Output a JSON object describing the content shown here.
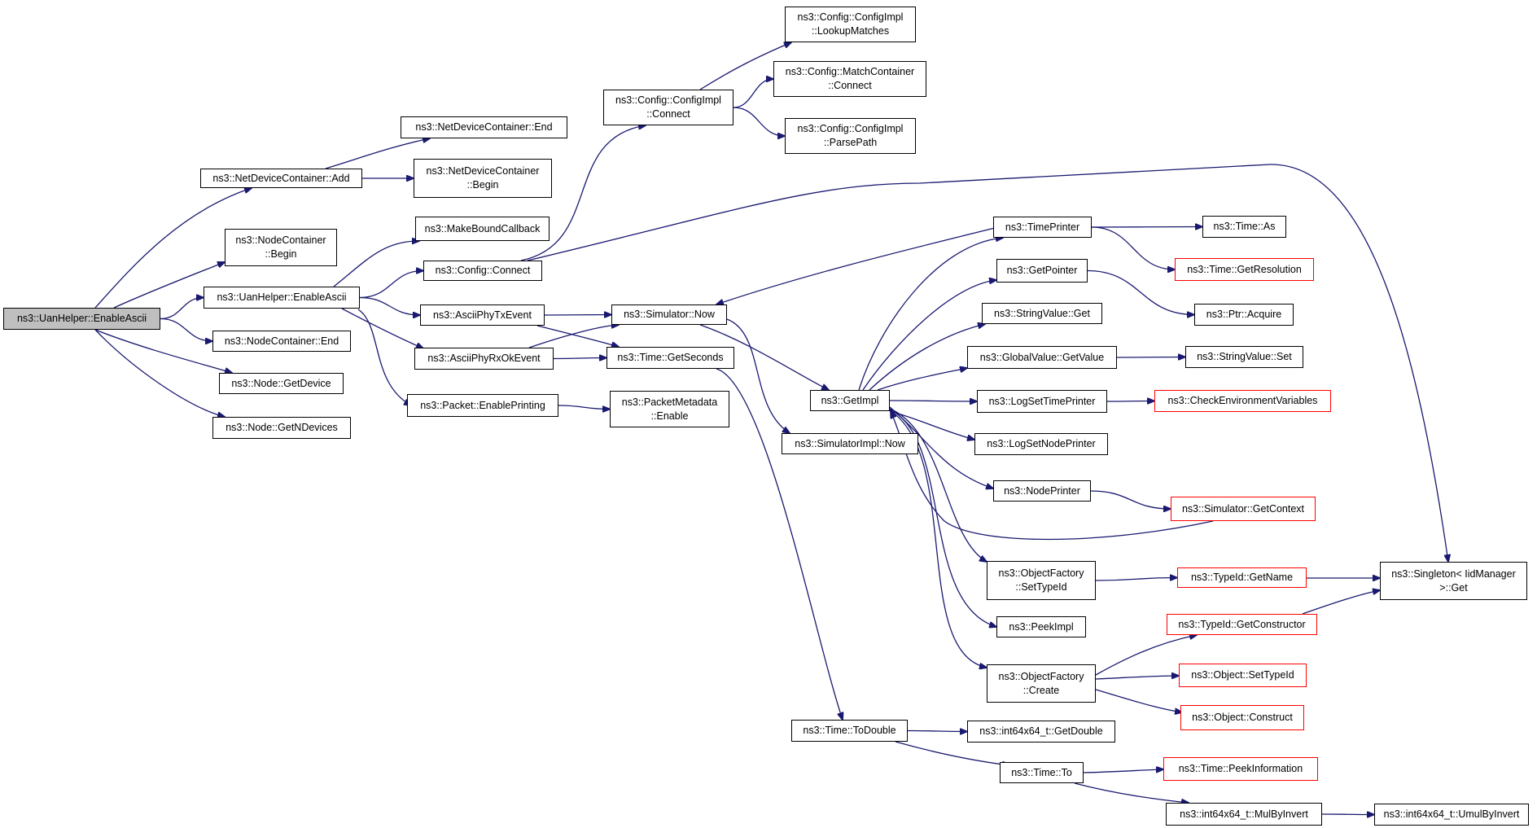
{
  "graph": {
    "root": "ns3::UanHelper::EnableAscii",
    "colors": {
      "edge": "#191970",
      "root_fill": "#bfbfbf",
      "node_border": "#000000",
      "external_border": "#ff0000"
    },
    "nodes": [
      {
        "id": "root",
        "lines": [
          "ns3::UanHelper::EnableAscii"
        ],
        "root": true
      },
      {
        "id": "ndcAdd",
        "lines": [
          "ns3::NetDeviceContainer::Add"
        ]
      },
      {
        "id": "ndcEnd",
        "lines": [
          "ns3::NetDeviceContainer::End"
        ]
      },
      {
        "id": "ndcBegin",
        "lines": [
          "ns3::NetDeviceContainer",
          "::Begin"
        ]
      },
      {
        "id": "ncBegin",
        "lines": [
          "ns3::NodeContainer",
          "::Begin"
        ]
      },
      {
        "id": "uhEnable",
        "lines": [
          "ns3::UanHelper::EnableAscii"
        ]
      },
      {
        "id": "ncEnd",
        "lines": [
          "ns3::NodeContainer::End"
        ]
      },
      {
        "id": "nodeGetDevice",
        "lines": [
          "ns3::Node::GetDevice"
        ]
      },
      {
        "id": "nodeGetN",
        "lines": [
          "ns3::Node::GetNDevices"
        ]
      },
      {
        "id": "makeBound",
        "lines": [
          "ns3::MakeBoundCallback"
        ]
      },
      {
        "id": "cfgConnect",
        "lines": [
          "ns3::Config::Connect"
        ]
      },
      {
        "id": "txEvent",
        "lines": [
          "ns3::AsciiPhyTxEvent"
        ]
      },
      {
        "id": "rxEvent",
        "lines": [
          "ns3::AsciiPhyRxOkEvent"
        ]
      },
      {
        "id": "pktEnable",
        "lines": [
          "ns3::Packet::EnablePrinting"
        ]
      },
      {
        "id": "cfgImplConnect",
        "lines": [
          "ns3::Config::ConfigImpl",
          "::Connect"
        ]
      },
      {
        "id": "lookup",
        "lines": [
          "ns3::Config::ConfigImpl",
          "::LookupMatches"
        ]
      },
      {
        "id": "mcConnect",
        "lines": [
          "ns3::Config::MatchContainer",
          "::Connect"
        ]
      },
      {
        "id": "parsePath",
        "lines": [
          "ns3::Config::ConfigImpl",
          "::ParsePath"
        ]
      },
      {
        "id": "simNow",
        "lines": [
          "ns3::Simulator::Now"
        ]
      },
      {
        "id": "getSeconds",
        "lines": [
          "ns3::Time::GetSeconds"
        ]
      },
      {
        "id": "pmEnable",
        "lines": [
          "ns3::PacketMetadata",
          "::Enable"
        ]
      },
      {
        "id": "getImpl",
        "lines": [
          "ns3::GetImpl"
        ]
      },
      {
        "id": "simImplNow",
        "lines": [
          "ns3::SimulatorImpl::Now"
        ]
      },
      {
        "id": "toDouble",
        "lines": [
          "ns3::Time::ToDouble"
        ]
      },
      {
        "id": "timePrinter",
        "lines": [
          "ns3::TimePrinter"
        ]
      },
      {
        "id": "getPointer",
        "lines": [
          "ns3::GetPointer"
        ]
      },
      {
        "id": "svGet",
        "lines": [
          "ns3::StringValue::Get"
        ]
      },
      {
        "id": "gvGetValue",
        "lines": [
          "ns3::GlobalValue::GetValue"
        ]
      },
      {
        "id": "logSetTime",
        "lines": [
          "ns3::LogSetTimePrinter"
        ]
      },
      {
        "id": "logSetNode",
        "lines": [
          "ns3::LogSetNodePrinter"
        ]
      },
      {
        "id": "nodePrinter",
        "lines": [
          "ns3::NodePrinter"
        ]
      },
      {
        "id": "ofSetTypeId",
        "lines": [
          "ns3::ObjectFactory",
          "::SetTypeId"
        ]
      },
      {
        "id": "peekImpl",
        "lines": [
          "ns3::PeekImpl"
        ]
      },
      {
        "id": "ofCreate",
        "lines": [
          "ns3::ObjectFactory",
          "::Create"
        ]
      },
      {
        "id": "i64GetDouble",
        "lines": [
          "ns3::int64x64_t::GetDouble"
        ]
      },
      {
        "id": "timeTo",
        "lines": [
          "ns3::Time::To"
        ]
      },
      {
        "id": "timeAs",
        "lines": [
          "ns3::Time::As"
        ]
      },
      {
        "id": "getRes",
        "lines": [
          "ns3::Time::GetResolution"
        ],
        "external": true
      },
      {
        "id": "ptrAcquire",
        "lines": [
          "ns3::Ptr::Acquire"
        ]
      },
      {
        "id": "svSet",
        "lines": [
          "ns3::StringValue::Set"
        ]
      },
      {
        "id": "checkEnv",
        "lines": [
          "ns3::CheckEnvironmentVariables"
        ],
        "external": true
      },
      {
        "id": "getContext",
        "lines": [
          "ns3::Simulator::GetContext"
        ],
        "external": true
      },
      {
        "id": "tidGetName",
        "lines": [
          "ns3::TypeId::GetName"
        ],
        "external": true
      },
      {
        "id": "tidGetCtor",
        "lines": [
          "ns3::TypeId::GetConstructor"
        ],
        "external": true
      },
      {
        "id": "objSetTypeId",
        "lines": [
          "ns3::Object::SetTypeId"
        ],
        "external": true
      },
      {
        "id": "objConstruct",
        "lines": [
          "ns3::Object::Construct"
        ],
        "external": true
      },
      {
        "id": "peekInfo",
        "lines": [
          "ns3::Time::PeekInformation"
        ],
        "external": true
      },
      {
        "id": "mulByInvert",
        "lines": [
          "ns3::int64x64_t::MulByInvert"
        ]
      },
      {
        "id": "singleton",
        "lines": [
          "ns3::Singleton< IidManager",
          " >::Get"
        ]
      },
      {
        "id": "umulByInvert",
        "lines": [
          "ns3::int64x64_t::UmulByInvert"
        ]
      }
    ],
    "edges": [
      [
        "root",
        "ndcAdd"
      ],
      [
        "root",
        "ncBegin"
      ],
      [
        "root",
        "uhEnable"
      ],
      [
        "root",
        "ncEnd"
      ],
      [
        "root",
        "nodeGetDevice"
      ],
      [
        "root",
        "nodeGetN"
      ],
      [
        "ndcAdd",
        "ndcEnd"
      ],
      [
        "ndcAdd",
        "ndcBegin"
      ],
      [
        "uhEnable",
        "makeBound"
      ],
      [
        "uhEnable",
        "cfgConnect"
      ],
      [
        "uhEnable",
        "txEvent"
      ],
      [
        "uhEnable",
        "rxEvent"
      ],
      [
        "uhEnable",
        "pktEnable"
      ],
      [
        "cfgConnect",
        "cfgImplConnect"
      ],
      [
        "cfgConnect",
        "singleton"
      ],
      [
        "cfgImplConnect",
        "lookup"
      ],
      [
        "cfgImplConnect",
        "mcConnect"
      ],
      [
        "cfgImplConnect",
        "parsePath"
      ],
      [
        "txEvent",
        "simNow"
      ],
      [
        "txEvent",
        "getSeconds"
      ],
      [
        "rxEvent",
        "simNow"
      ],
      [
        "rxEvent",
        "getSeconds"
      ],
      [
        "pktEnable",
        "pmEnable"
      ],
      [
        "simNow",
        "getImpl"
      ],
      [
        "simNow",
        "simImplNow"
      ],
      [
        "getSeconds",
        "toDouble"
      ],
      [
        "getImpl",
        "timePrinter"
      ],
      [
        "getImpl",
        "getPointer"
      ],
      [
        "getImpl",
        "svGet"
      ],
      [
        "getImpl",
        "gvGetValue"
      ],
      [
        "getImpl",
        "logSetTime"
      ],
      [
        "getImpl",
        "logSetNode"
      ],
      [
        "getImpl",
        "nodePrinter"
      ],
      [
        "getImpl",
        "ofSetTypeId"
      ],
      [
        "getImpl",
        "peekImpl"
      ],
      [
        "getImpl",
        "ofCreate"
      ],
      [
        "timePrinter",
        "simNow"
      ],
      [
        "timePrinter",
        "timeAs"
      ],
      [
        "timePrinter",
        "getRes"
      ],
      [
        "getPointer",
        "ptrAcquire"
      ],
      [
        "gvGetValue",
        "svSet"
      ],
      [
        "logSetTime",
        "checkEnv"
      ],
      [
        "nodePrinter",
        "getContext"
      ],
      [
        "getContext",
        "getImpl"
      ],
      [
        "ofSetTypeId",
        "tidGetName"
      ],
      [
        "tidGetName",
        "singleton"
      ],
      [
        "ofCreate",
        "tidGetCtor"
      ],
      [
        "ofCreate",
        "objSetTypeId"
      ],
      [
        "ofCreate",
        "objConstruct"
      ],
      [
        "tidGetCtor",
        "singleton"
      ],
      [
        "toDouble",
        "i64GetDouble"
      ],
      [
        "toDouble",
        "timeTo"
      ],
      [
        "timeTo",
        "peekInfo"
      ],
      [
        "timeTo",
        "mulByInvert"
      ],
      [
        "mulByInvert",
        "umulByInvert"
      ]
    ]
  }
}
